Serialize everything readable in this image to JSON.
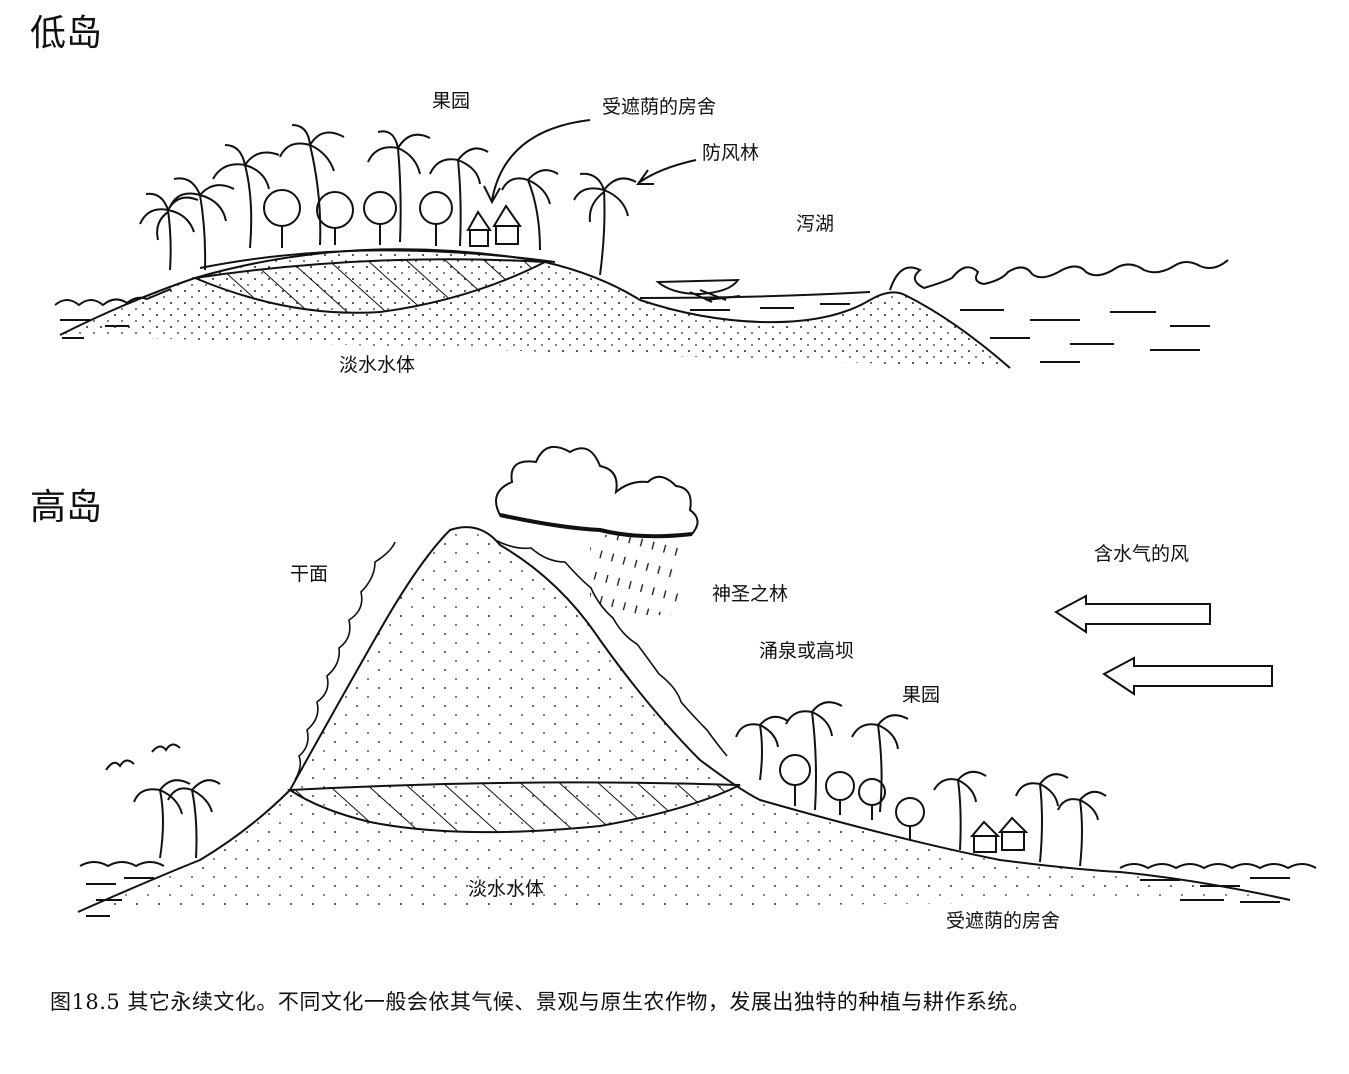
{
  "low_island": {
    "title": "低岛",
    "labels": {
      "orchard": "果园",
      "shaded_house": "受遮荫的房舍",
      "windbreak": "防风林",
      "lagoon": "泻湖",
      "freshwater_lens": "淡水水体"
    }
  },
  "high_island": {
    "title": "高岛",
    "labels": {
      "dry_side": "干面",
      "sacred_forest": "神圣之林",
      "moist_wind": "含水气的风",
      "spring_or_dam": "涌泉或高坝",
      "orchard": "果园",
      "freshwater_lens": "淡水水体",
      "shaded_house": "受遮荫的房舍"
    }
  },
  "caption": "图18.5 其它永续文化。不同文化一般会依其气候、景观与原生农作物，发展出独特的种植与耕作系统。"
}
